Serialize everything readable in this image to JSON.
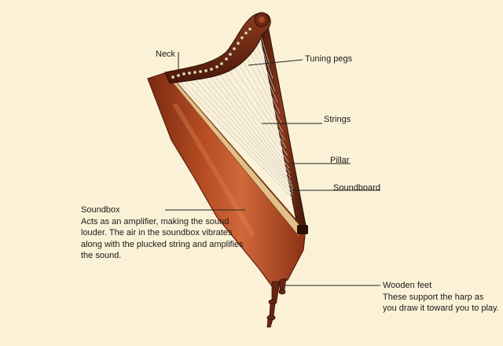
{
  "labels": {
    "neck": "Neck",
    "tuning_pegs": "Tuning pegs",
    "strings": "Strings",
    "pillar": "Pillar",
    "soundboard": "Soundboard"
  },
  "soundbox": {
    "title": "Soundbox",
    "description": "Acts as an amplifier, making the sound louder. The air in the soundbox vibrates along with the plucked string and amplifies the sound."
  },
  "wooden_feet": {
    "title": "Wooden feet",
    "description": "These support the harp as you draw it toward you to play."
  },
  "colors": {
    "background": "#fbf1d6",
    "wood_dark": "#5a1f10",
    "wood_mid": "#a8431e",
    "wood_light": "#d06a38",
    "soundboard": "#e1c08a",
    "string": "#c8c8c8",
    "leader_line": "#222222"
  }
}
